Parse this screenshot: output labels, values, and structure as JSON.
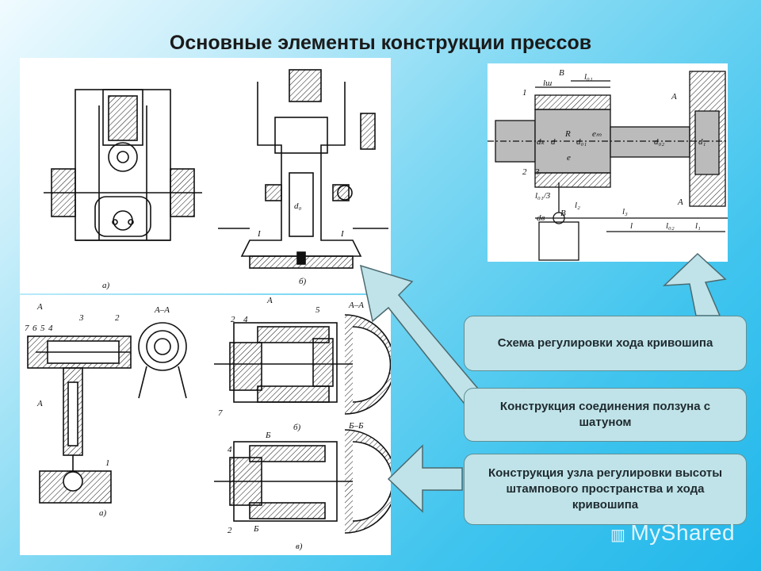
{
  "slide": {
    "title": "Основные элементы конструкции прессов"
  },
  "callouts": [
    {
      "text": "Схема регулировки хода кривошипа"
    },
    {
      "text": "Конструкция соединения ползуна с шатуном"
    },
    {
      "text": "Конструкция узла регулировки высоты штампового пространства и хода кривошипа"
    }
  ],
  "drawings": {
    "top_left": {
      "label_a": "а)",
      "label_b": "б)",
      "dim_d0": "d₀",
      "mark_I_left": "I",
      "mark_I_right": "I"
    },
    "bottom_left": {
      "label_a": "а)",
      "label_b": "б)",
      "label_v": "в)",
      "section_AA_1": "А–А",
      "section_AA_2": "А–А",
      "section_BB": "Б–Б",
      "mark_A_top": "А",
      "mark_A_bottom": "А",
      "mark_A_mid": "А",
      "mark_B_1": "Б",
      "mark_B_2": "Б",
      "num_7": "7",
      "num_6": "6",
      "num_5": "5",
      "num_4": "4",
      "num_3": "3",
      "num_2": "2",
      "num_1": "1",
      "num_2b": "2",
      "num_4b": "4",
      "num_5b": "5",
      "num_7b": "7",
      "num_4c": "4",
      "num_2c": "2"
    },
    "right": {
      "mark_B_top": "B",
      "mark_A_top": "А",
      "mark_A_bottom": "А",
      "mark_B_bottom": "B",
      "l_sh": "lш",
      "l_01": "l₀₁",
      "l_02": "l₀₂",
      "l_3": "l₃",
      "l_2": "l₂",
      "l": "l",
      "l_1": "l₁",
      "l_01_3": "l₀₁/3",
      "d_k": "dₖ",
      "d": "d",
      "R": "R",
      "d_01": "d₀₁",
      "e": "e",
      "e_max": "eₘ",
      "d_02": "d₀₂",
      "d_1": "d₁",
      "d_B": "dв",
      "n1": "1",
      "n2": "2",
      "n3": "3"
    }
  },
  "watermark": {
    "text": "MyShared"
  },
  "colors": {
    "callout_bg": "#bfe3e8",
    "callout_border": "#5f8f96",
    "arrow_fill": "#bfe3e8",
    "arrow_stroke": "#4b6a70"
  }
}
